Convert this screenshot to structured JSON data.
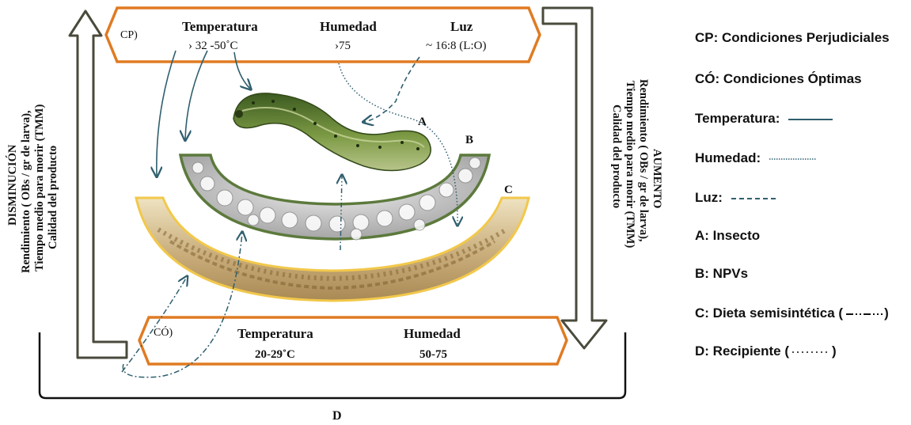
{
  "cp_box": {
    "tag": "CP)",
    "temperature_label": "Temperatura",
    "temperature_value": "› 32 -50˚C",
    "humidity_label": "Humedad",
    "humidity_value": "›75",
    "light_label": "Luz",
    "light_value": "~ 16:8 (L:O)"
  },
  "co_box": {
    "tag": "CÓ)",
    "temperature_label": "Temperatura",
    "temperature_value": "20-29˚C",
    "humidity_label": "Humedad",
    "humidity_value": "50-75"
  },
  "left_side": {
    "line1": "DISMINUCIÓN",
    "line2": "Rendimiento ( OBs / gr de larva),",
    "line3": "Tiempo medio para morir (TMM)",
    "line4": "Calidad del producto"
  },
  "right_side": {
    "line1": "AUMENTO",
    "line2": "Rendimiento ( OBs / gr de larva),",
    "line3": "Tiempo medio para morir (TMM)",
    "line4": "Calidad del producto"
  },
  "labels": {
    "a": "A",
    "b": "B",
    "c": "C",
    "d": "D"
  },
  "legend": {
    "cp": "CP: Condiciones  Perjudiciales",
    "co": "CÓ: Condiciones  Óptimas",
    "temperatura": "Temperatura:",
    "humedad": "Humedad:",
    "luz": "Luz:",
    "a": "A: Insecto",
    "b": "B: NPVs",
    "c_prefix": "C: Dieta semisintética (",
    "d_prefix": "D: Recipiente (",
    "close_paren": ")"
  },
  "colors": {
    "box_border": "#e07b22",
    "arrow_dark": "#4a4a3c",
    "arrow_fill": "#ffffff",
    "connector": "#2f5f6e",
    "npv_border": "#5c7a3c",
    "diet_border": "#f2c84b",
    "larva": "#6f8a3a",
    "diet_fill": "#c9ad7a"
  },
  "icons": [
    "up-arrow-icon",
    "down-arrow-icon",
    "larva-icon"
  ]
}
